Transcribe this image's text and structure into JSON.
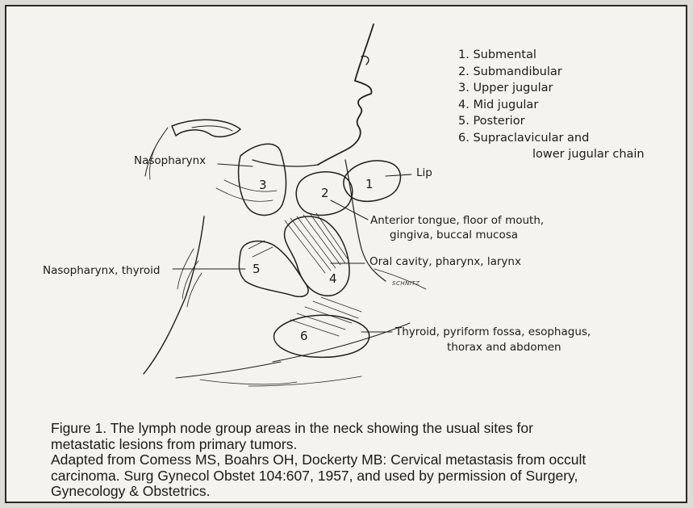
{
  "legend": [
    "1. Submental",
    "2. Submandibular",
    "3. Upper jugular",
    "4. Mid jugular",
    "5. Posterior",
    "6. Supraclavicular and",
    "lower jugular chain"
  ],
  "regions": {
    "r1": "1",
    "r2": "2",
    "r3": "3",
    "r4": "4",
    "r5": "5",
    "r6": "6"
  },
  "labels": {
    "nasopharynx": "Nasopharynx",
    "lip": "Lip",
    "anterior_tongue_1": "Anterior tongue, floor of mouth,",
    "anterior_tongue_2": "gingiva, buccal mucosa",
    "oral_cavity": "Oral cavity, pharynx, larynx",
    "nasopharynx_thyroid": "Nasopharynx, thyroid",
    "thyroid_1": "Thyroid, pyriform fossa, esophagus,",
    "thyroid_2": "thorax and abdomen"
  },
  "artist_signature": "SCHNITZ",
  "caption": {
    "line1": "Figure 1. The lymph node group areas in the neck showing the usual sites for",
    "line2": "metastatic lesions from primary tumors.",
    "line3": "Adapted from Comess MS, Boahrs OH, Dockerty MB: Cervical metastasis from occult",
    "line4": "carcinoma. Surg Gynecol Obstet 104:607, 1957, and used by permission of Surgery,",
    "line5": "Gynecology & Obstetrics."
  }
}
